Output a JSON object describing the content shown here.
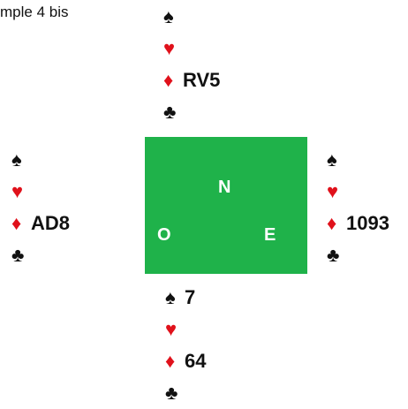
{
  "title": "mple 4 bis",
  "suits": {
    "spade": "♠",
    "heart": "♥",
    "diamond": "♦",
    "club": "♣"
  },
  "colors": {
    "table": "#1fb24a",
    "red_suit": "#e0111b",
    "black_suit": "#111111"
  },
  "hands": {
    "north": {
      "spades": "",
      "hearts": "",
      "diamonds": "RV5",
      "clubs": ""
    },
    "west": {
      "spades": "",
      "hearts": "",
      "diamonds": "AD8",
      "clubs": ""
    },
    "east": {
      "spades": "",
      "hearts": "",
      "diamonds": "1093",
      "clubs": ""
    },
    "south": {
      "spades": "7",
      "hearts": "",
      "diamonds": "64",
      "clubs": ""
    }
  },
  "table": {
    "north": "N",
    "west": "O",
    "east": "E"
  }
}
